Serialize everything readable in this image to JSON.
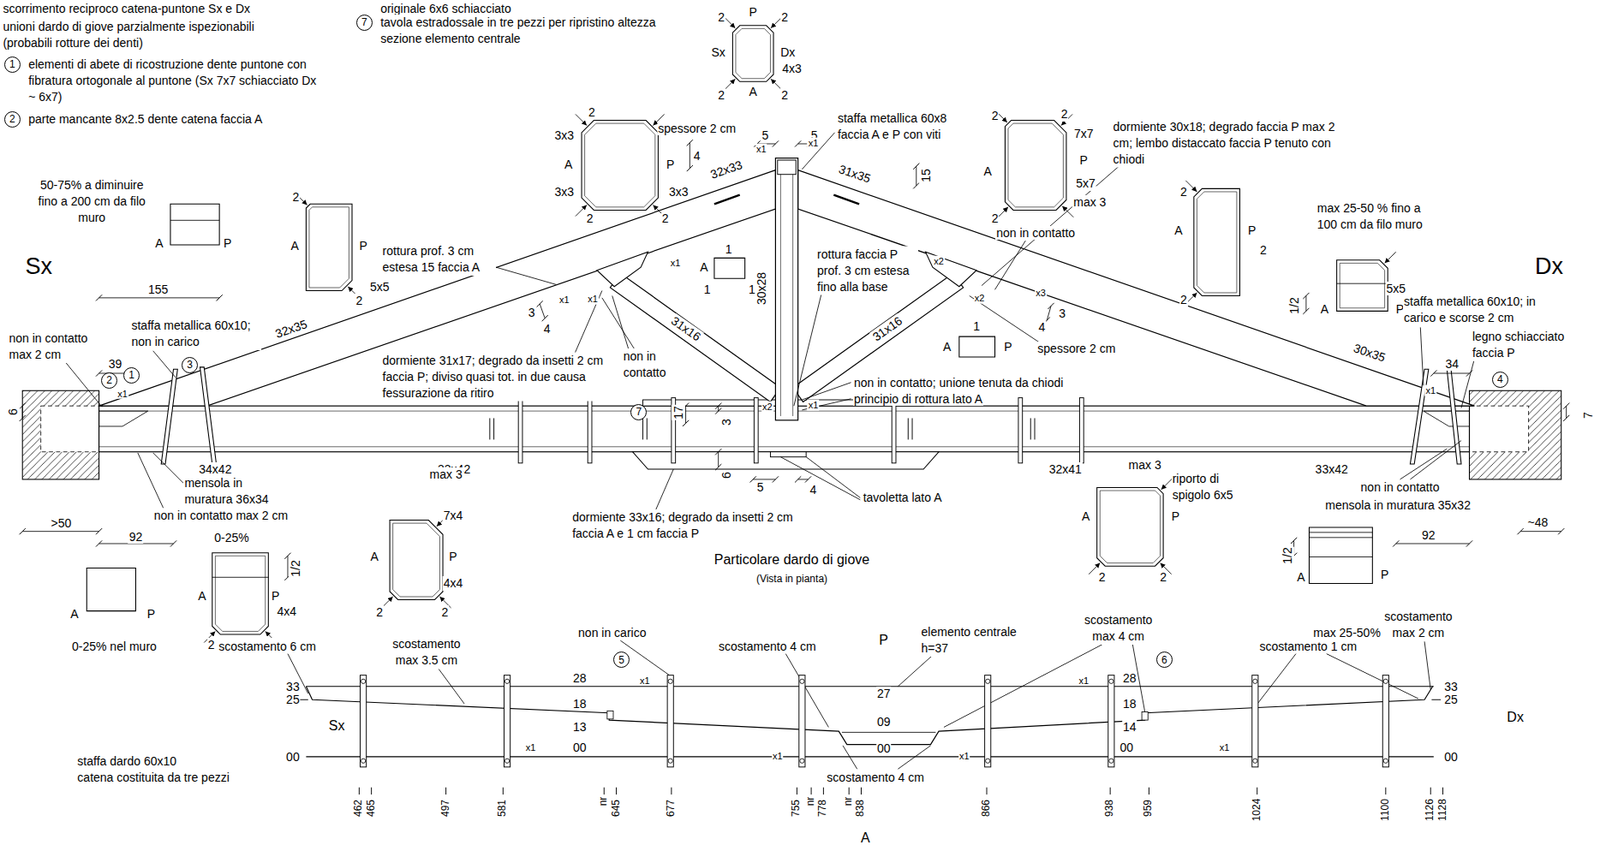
{
  "diagram": {
    "nodes": [
      {
        "text": [
          "1"
        ]
      },
      {
        "text": [
          "2"
        ]
      },
      {
        "text": [
          "7"
        ]
      },
      {
        "text": [
          "2"
        ]
      },
      {
        "text": [
          "1"
        ]
      },
      {
        "text": [
          "3"
        ]
      },
      {
        "text": [
          "7"
        ]
      },
      {
        "text": [
          "4"
        ]
      },
      {
        "text": [
          "5"
        ]
      },
      {
        "text": [
          "6"
        ]
      }
    ],
    "labels": [
      "scorrimento reciproco catena-puntone Sx e Dx",
      "unioni dardo di giove parzialmente ispezionabili",
      "(probabili rotture dei denti)",
      "elementi di abete di ricostruzione dente puntone con fibratura ortogonale al puntone (Sx 7x7 schiacciato Dx ~ 6x7)",
      "parte mancante 8x2.5 dente catena faccia A",
      "originale 6x6 schiacciato",
      "tavola estradossale in tre pezzi per ripristino altezza sezione elemento centrale",
      "2",
      "P",
      "2",
      "Sx",
      "Dx",
      "4x3",
      "2",
      "A",
      "2",
      "2",
      "3x3",
      "A",
      "P",
      "3x3",
      "3x3",
      "2",
      "2",
      "spessore 2 cm",
      "4",
      "5",
      "5",
      "staffa metallica 60x8 faccia A e P con viti",
      "32x33",
      "x1",
      "x1",
      "31x35",
      "15",
      "2",
      "2",
      "7x7",
      "A",
      "P",
      "5x7",
      "max 3",
      "2",
      "non in contatto",
      "dormiente 30x18; degrado faccia P max 2 cm; lembo distaccato faccia P tenuto con chiodi",
      "2",
      "A",
      "P",
      "2",
      "2",
      "max 25-50 % fino a 100 cm da filo muro",
      "5x5",
      "1/2",
      "A",
      "P",
      "Dx",
      "staffa metallica 60x10; in carico e scorse 2 cm",
      "legno schiacciato faccia P",
      "30x35",
      "34",
      "x1",
      "7",
      "33x42",
      "non in contatto",
      "mensola in muratura 35x32",
      "~48",
      "92",
      "1/2",
      "A",
      "P",
      "max 25-50%",
      "max 3",
      "riporto di spigolo 6x5",
      "A",
      "P",
      "2",
      "2",
      "32x41",
      "x2",
      "x2",
      "x3",
      "3",
      "4",
      "31x16",
      "1",
      "A",
      "P",
      "spessore 2 cm",
      "non in contatto; unione tenuta da chiodi",
      "principio di rottura lato A",
      "rottura faccia P prof. 3 cm estesa fino alla base",
      "30x28",
      "1",
      "A",
      "1",
      "1",
      "x1",
      "x1",
      "x1",
      "3",
      "4",
      "rottura prof. 3 cm estesa 15 faccia A",
      "31x16",
      "non in contatto",
      "dormiente 31x17; degrado da insetti 2 cm faccia P; diviso quasi tot. in due causa fessurazione da ritiro",
      "x2",
      "x1",
      "Sx",
      "50-75% a diminuire fino a 200 cm da filo muro",
      "A",
      "P",
      "2",
      "A",
      "P",
      "5x5",
      "2",
      "155",
      "non in contatto max 2 cm",
      "39",
      "staffa metallica 60x10; non in carico",
      "32x35",
      "x1",
      "6",
      "34x42",
      "mensola in muratura 36x34",
      "non in contatto max 2 cm",
      ">50",
      "92",
      "33x42",
      "A",
      "P",
      "0-25% nel muro",
      "0-25%",
      "1/2",
      "A",
      "P",
      "4x4",
      "2",
      "2",
      "max 3",
      "7x4",
      "A",
      "P",
      "4x4",
      "2",
      "2",
      "17",
      "3",
      "6",
      "5",
      "4",
      "dormiente 33x16; degrado da insetti 2 cm faccia A e 1 cm faccia P",
      "tavoletta lato A",
      "Particolare dardo di giove",
      "(Vista in pianta)",
      "P",
      "elemento centrale h=37",
      "non in carico",
      "28",
      "18",
      "13",
      "00",
      "x1",
      "x1",
      "scostamento 6 cm",
      "scostamento max 3.5 cm",
      "Sx",
      "33",
      "25",
      "00",
      "staffa dardo 60x10",
      "catena costituita da tre pezzi",
      "scostamento 4 cm",
      "27",
      "09",
      "00",
      "x1",
      "x1",
      "scostamento 4 cm",
      "scostamento max 4 cm",
      "x1",
      "28",
      "18",
      "14",
      "00",
      "x1",
      "scostamento 1 cm",
      "scostamento max 2 cm",
      "33",
      "25",
      "00",
      "Dx",
      "465",
      "462",
      "497",
      "581",
      "nr",
      "645",
      "677",
      "755",
      "nr",
      "778",
      "nr",
      "838",
      "866",
      "938",
      "959",
      "1024",
      "1100",
      "1128",
      "1126",
      "A"
    ]
  }
}
